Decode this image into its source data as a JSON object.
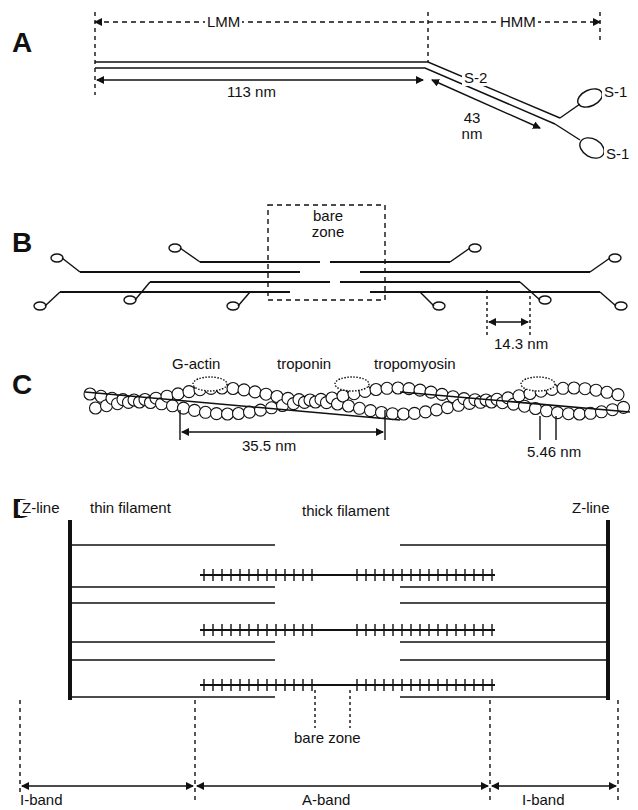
{
  "diagram": {
    "labels": [
      "A",
      "LMM",
      "HMM",
      "S-2",
      "S-1",
      "113 nm",
      "43 nm",
      "S-1",
      "B",
      "bare zone",
      "14.3 nm",
      "C",
      "G-actin",
      "troponin",
      "tropomyosin",
      "35.5 nm",
      "5.46 nm",
      "D",
      "Z-line",
      "thin filament",
      "thick filament",
      "Z-line",
      "bare zone",
      "I-band",
      "A-band",
      "I-band"
    ]
  }
}
